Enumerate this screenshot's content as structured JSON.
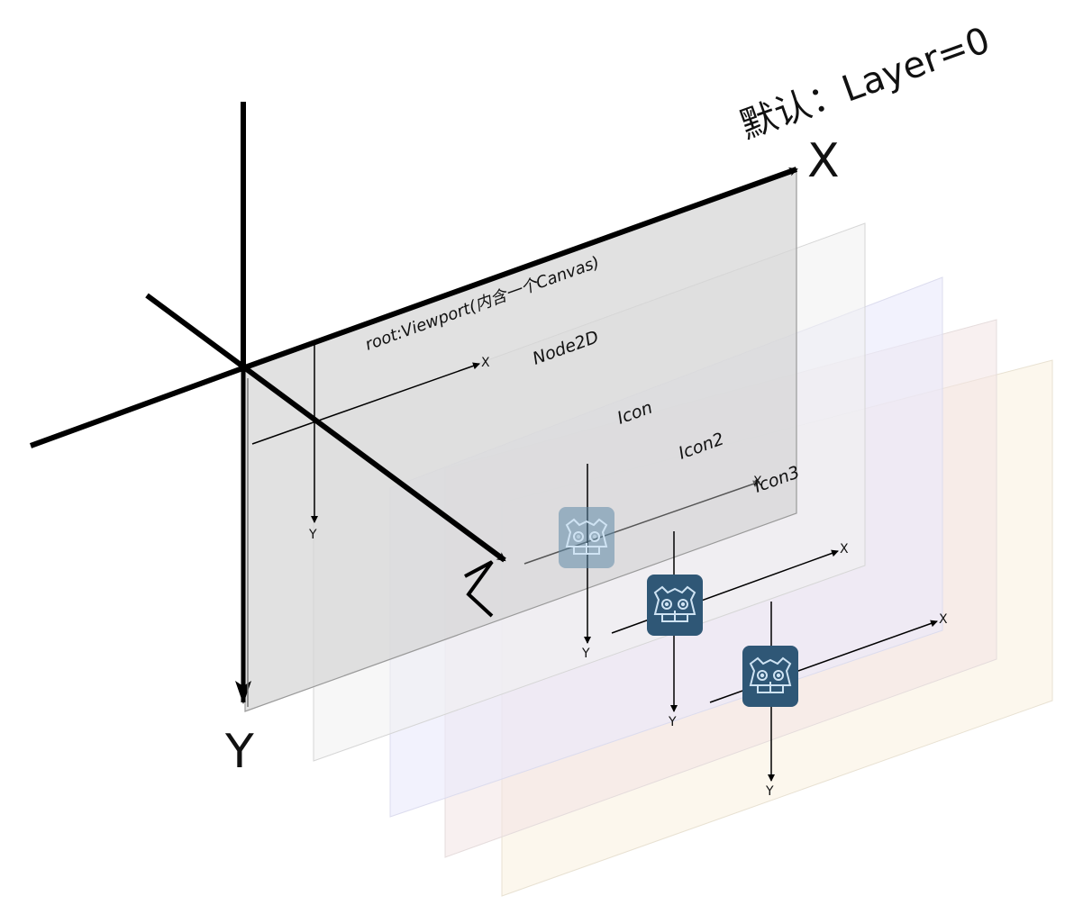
{
  "title": "默认：Layer=0",
  "axes": {
    "x": "X",
    "y": "Y",
    "z": "Z"
  },
  "viewport_label": "root:Viewport(内含一个Canvas)",
  "nodes": {
    "node2d": "Node2D",
    "icon": "Icon",
    "icon2": "Icon2",
    "icon3": "Icon3"
  },
  "local_axes": {
    "x": "X",
    "y": "Y"
  },
  "icon_semantics": "godot-logo-icon",
  "colors": {
    "viewport_fill": "#d8d8d8",
    "plane_blue": "#ececfb",
    "plane_pink": "#f6eaea",
    "plane_cream": "#fcf6ea",
    "plane_gray": "#f4f4f4",
    "godot_blue": "#478cbf",
    "godot_dark": "#2f5776"
  }
}
